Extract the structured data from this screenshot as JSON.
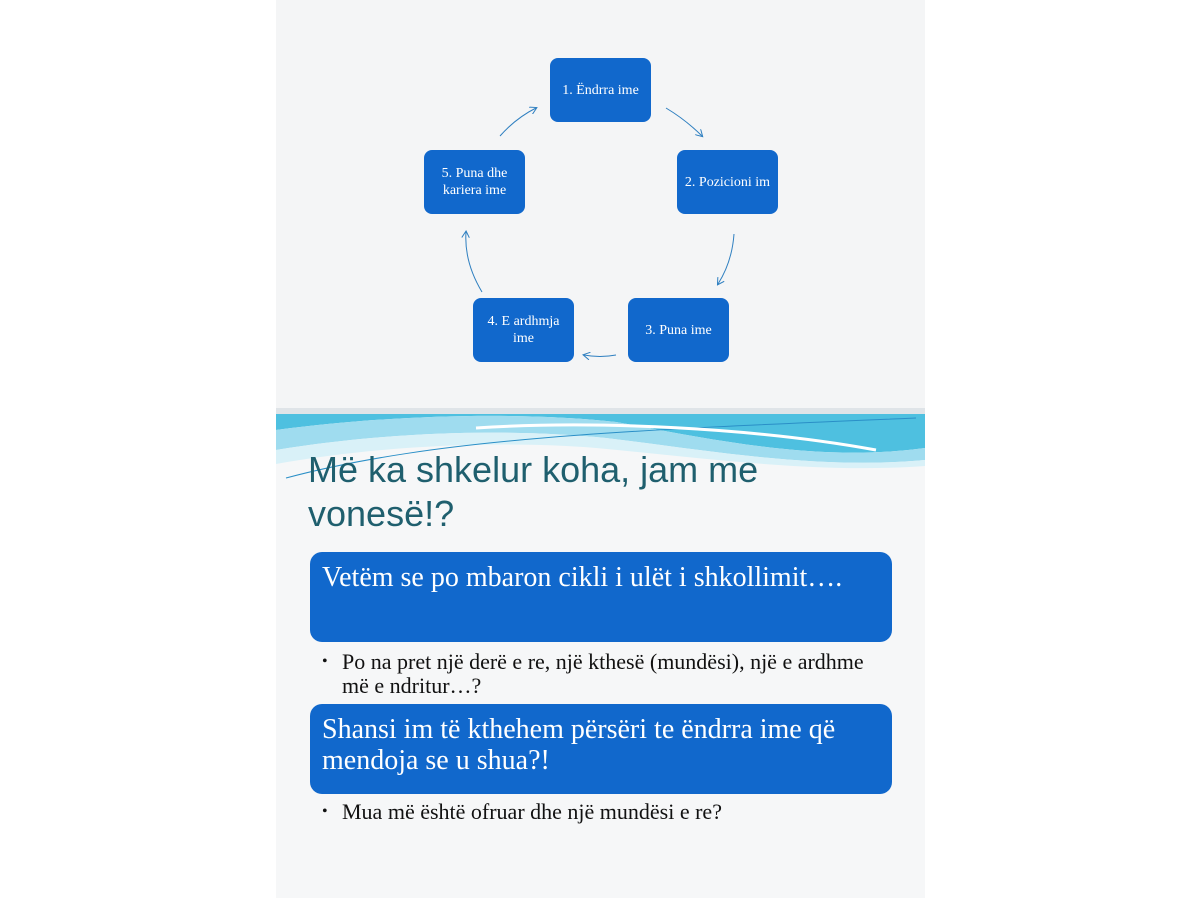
{
  "cycle": {
    "steps": [
      "1. Ëndrra ime",
      "2. Pozicioni im",
      "3. Puna ime",
      "4. E ardhmja ime",
      "5. Puna dhe kariera ime"
    ],
    "box_color": "#1168cc",
    "arrow_color": "#2e7fc0"
  },
  "slide2": {
    "title": "Më ka shkelur koha, jam me vonesë!?",
    "box1": "Vetëm se po mbaron cikli i ulët i shkollimit….",
    "bullet1": "Po na pret një derë e re, një kthesë (mundësi), një e ardhme më e ndritur…?",
    "box2": "Shansi im të kthehem përsëri te ëndrra ime që mendoja se u shua?!",
    "bullet2": "Mua më është ofruar dhe një mundësi e re?",
    "bullet_symbol": "•",
    "title_color": "#1f5f6e",
    "box_color": "#1168cc"
  }
}
